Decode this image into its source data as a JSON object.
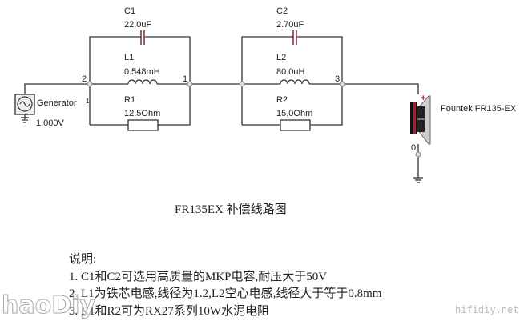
{
  "components": {
    "c1": {
      "name": "C1",
      "value": "22.0uF"
    },
    "l1": {
      "name": "L1",
      "value": "0.548mH"
    },
    "r1": {
      "name": "R1",
      "value": "12.5Ohm"
    },
    "c2": {
      "name": "C2",
      "value": "2.70uF"
    },
    "l2": {
      "name": "L2",
      "value": "80.0uH"
    },
    "r2": {
      "name": "R2",
      "value": "15.0Ohm"
    },
    "generator": {
      "name": "Generator",
      "pin": "1",
      "value": "1.000V"
    },
    "speaker": {
      "name": "Fountek FR135-EX",
      "polarity": "+"
    }
  },
  "nodes": {
    "n2": "2",
    "n1": "1",
    "n3": "3",
    "n0": "0"
  },
  "title": "FR135EX 补偿线路图",
  "notes": {
    "heading": "说明:",
    "items": [
      "1. C1和C2可选用高质量的MKP电容,耐压大于50V",
      "2. L1为铁芯电感,线径为1.2,L2空心电感,线径大于等于0.8mm",
      "3. R1和R2可为RX27系列10W水泥电阻"
    ]
  },
  "watermarks": {
    "left": "haoDiy",
    "right": "hifidiy.net"
  },
  "colors": {
    "wire": "#333333",
    "capacitor": "#7a2a2a",
    "speaker_red": "#c0202a"
  }
}
